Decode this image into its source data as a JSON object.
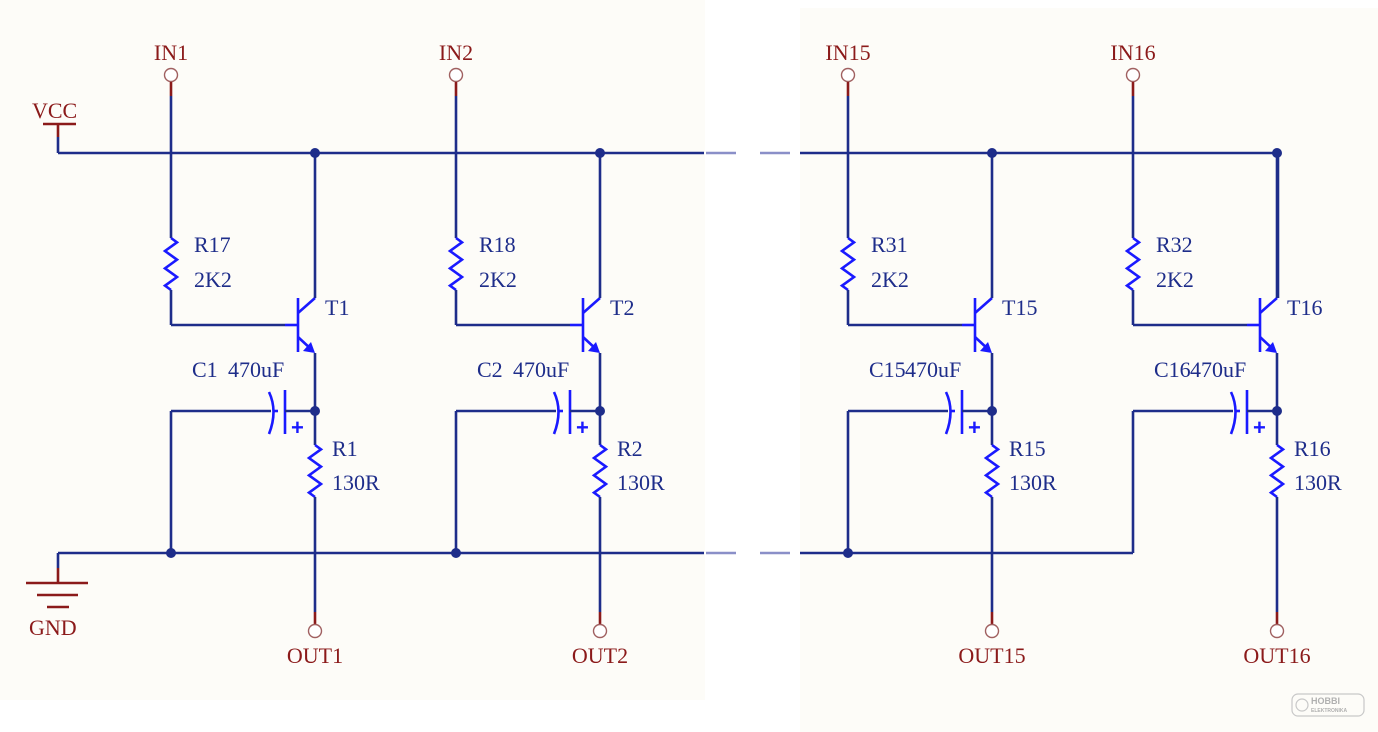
{
  "rails": {
    "vcc_label": "VCC",
    "gnd_label": "GND"
  },
  "stages": [
    {
      "id": "1",
      "input": "IN1",
      "output": "OUT1",
      "bias_resistor": "R17",
      "bias_value": "2K2",
      "transistor": "T1",
      "capacitor": "C1",
      "cap_value": "470uF",
      "emitter_resistor": "R1",
      "emitter_value": "130R"
    },
    {
      "id": "2",
      "input": "IN2",
      "output": "OUT2",
      "bias_resistor": "R18",
      "bias_value": "2K2",
      "transistor": "T2",
      "capacitor": "C2",
      "cap_value": "470uF",
      "emitter_resistor": "R2",
      "emitter_value": "130R"
    },
    {
      "id": "15",
      "input": "IN15",
      "output": "OUT15",
      "bias_resistor": "R31",
      "bias_value": "2K2",
      "transistor": "T15",
      "capacitor": "C15",
      "cap_value": "470uF",
      "emitter_resistor": "R15",
      "emitter_value": "130R"
    },
    {
      "id": "16",
      "input": "IN16",
      "output": "OUT16",
      "bias_resistor": "R32",
      "bias_value": "2K2",
      "transistor": "T16",
      "capacitor": "C16",
      "cap_value": "470uF",
      "emitter_resistor": "R16",
      "emitter_value": "130R"
    }
  ],
  "capacitor_polarity": "+",
  "colors": {
    "wire": "#1e2d8a",
    "component": "#1a1aff",
    "pin": "#8b1a1a"
  },
  "watermark": {
    "text": "HOBBI",
    "subtext": "ELEKTRONIKA"
  }
}
